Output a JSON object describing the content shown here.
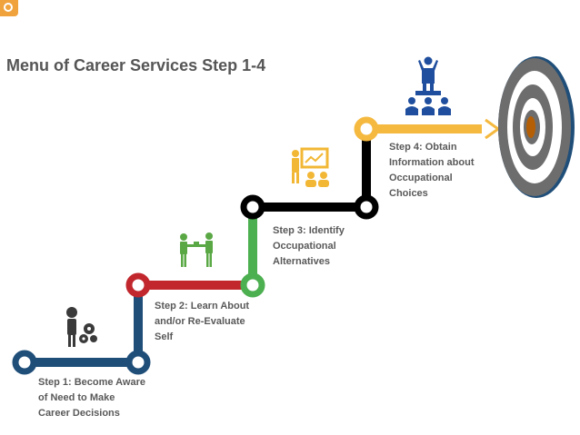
{
  "title": "Menu of Career Services Step 1-4",
  "colors": {
    "step1": "#1f4e79",
    "step2": "#c1272d",
    "step3": "#4caf50",
    "step4": "#000000",
    "step5": "#f5b93f",
    "icon_dark": "#3a3a3a",
    "icon_green": "#5aa845",
    "icon_gold": "#f2b735",
    "icon_blue": "#1f4e9e",
    "target_gray": "#6d6d6d",
    "target_center": "#b45f06"
  },
  "steps": [
    {
      "lines": [
        "Step 1: Become Aware",
        "of Need to Make",
        "Career Decisions"
      ],
      "icon": "person-thinking-gears-icon"
    },
    {
      "lines": [
        "Step 2: Learn About",
        "and/or Re-Evaluate",
        "Self"
      ],
      "icon": "two-people-exchange-icon"
    },
    {
      "lines": [
        "Step 3: Identify",
        "Occupational",
        "Alternatives"
      ],
      "icon": "presentation-audience-icon"
    },
    {
      "lines": [
        "Step 4: Obtain",
        "Information about",
        "Occupational",
        "Choices"
      ],
      "icon": "leader-on-podium-icon"
    }
  ],
  "target_icon": "bullseye-target-icon"
}
